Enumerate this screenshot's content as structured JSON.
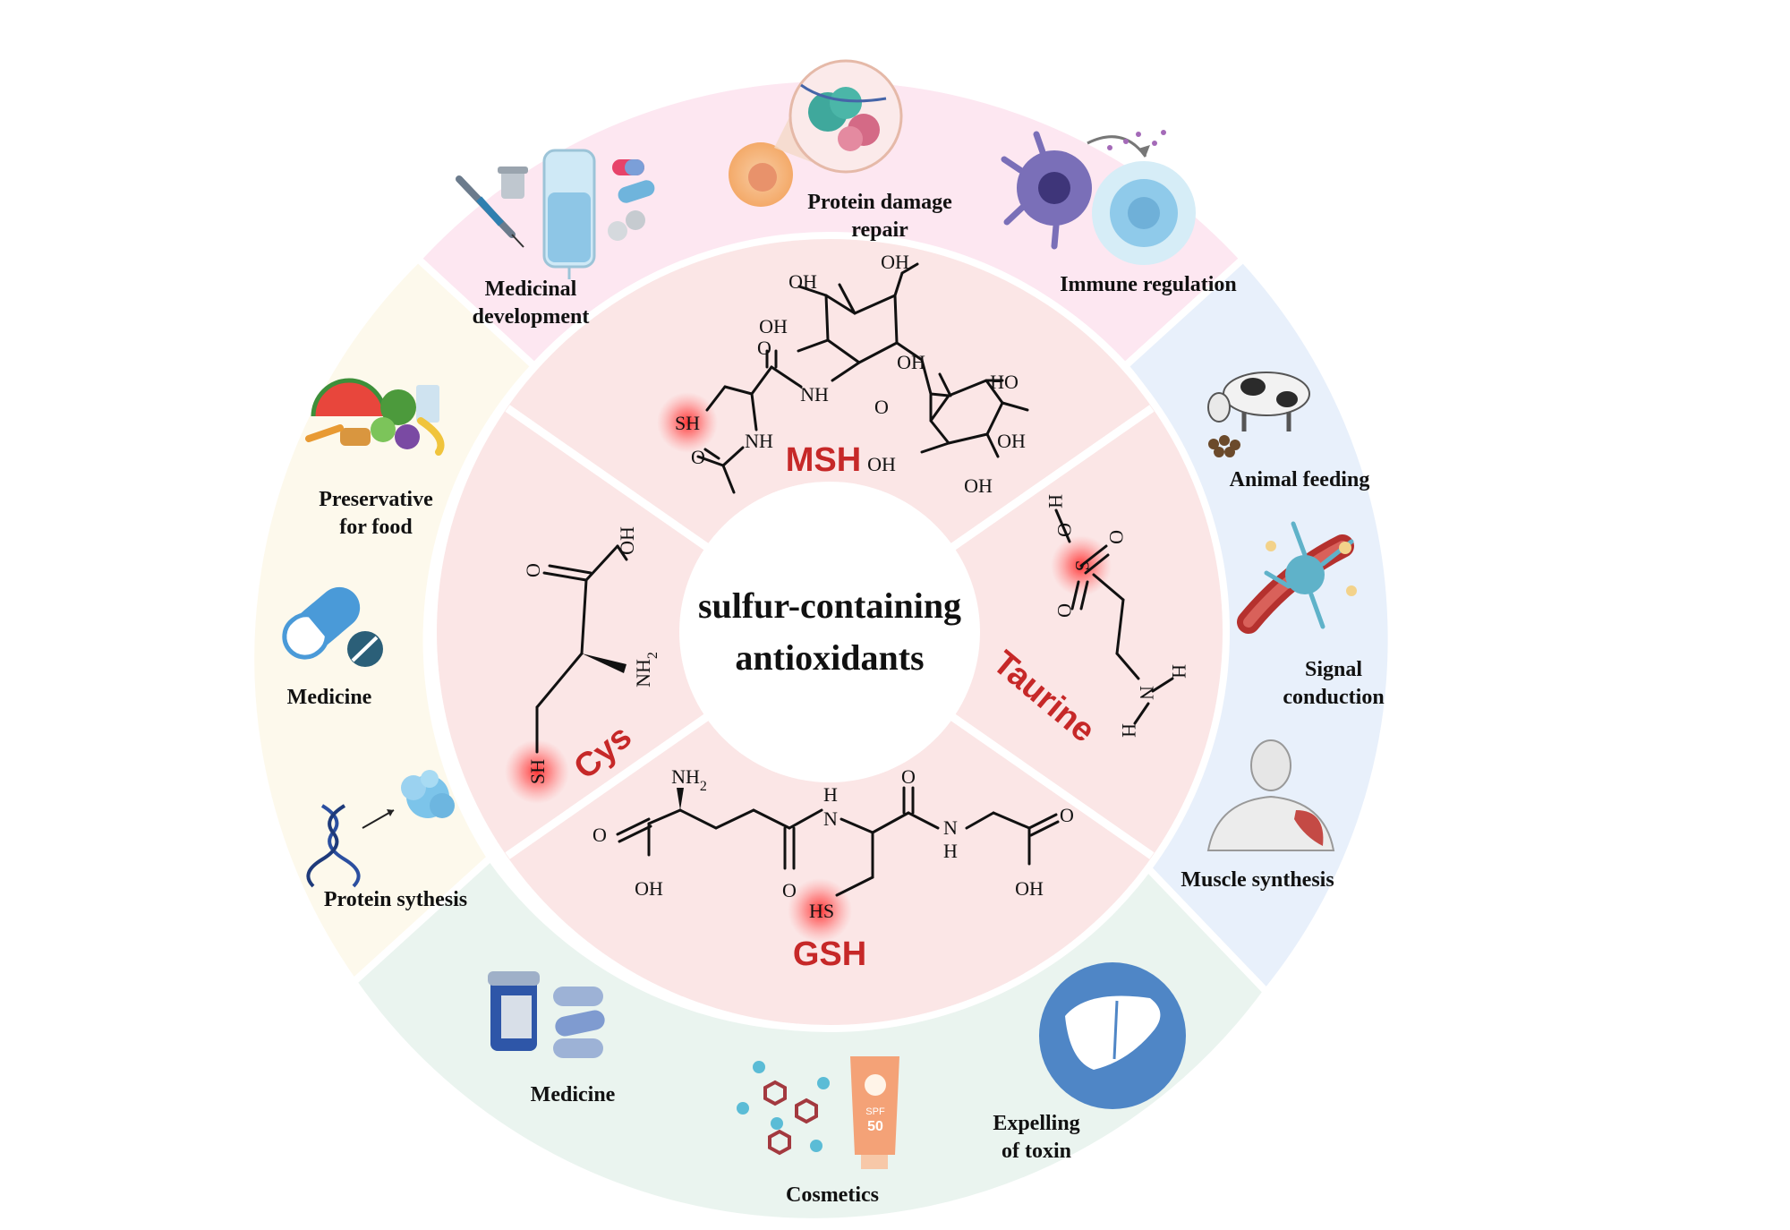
{
  "center": {
    "line1": "sulfur-containing",
    "line2": "antioxidants"
  },
  "molecules": {
    "msh": {
      "name": "MSH"
    },
    "taurine": {
      "name": "Taurine"
    },
    "gsh": {
      "name": "GSH"
    },
    "cys": {
      "name": "Cys"
    }
  },
  "atoms": {
    "oh": "OH",
    "ho": "HO",
    "o": "O",
    "nh": "NH",
    "n": "N",
    "h": "H",
    "sh": "SH",
    "hs": "HS",
    "s": "S",
    "nh2": "NH",
    "sub2": "2"
  },
  "segments": {
    "top": {
      "color": "#fde7f1",
      "labels": {
        "medicinal_1": "Medicinal",
        "medicinal_2": "development",
        "protein_repair_1": "Protein damage",
        "protein_repair_2": "repair",
        "immune": "Immune regulation"
      }
    },
    "right": {
      "color": "#e8f0fb",
      "labels": {
        "animal_feeding": "Animal feeding",
        "signal_1": "Signal",
        "signal_2": "conduction",
        "muscle": "Muscle synthesis"
      }
    },
    "bottom": {
      "color": "#eaf4ef",
      "labels": {
        "medicine": "Medicine",
        "cosmetics": "Cosmetics",
        "toxin_1": "Expelling",
        "toxin_2": "of toxin"
      }
    },
    "left": {
      "color": "#fdf9ec",
      "labels": {
        "preservative_1": "Preservative",
        "preservative_2": "for food",
        "medicine": "Medicine",
        "protein_synth": "Protein sythesis"
      }
    }
  },
  "icons": {
    "spf_label": "SPF",
    "spf_value": "50"
  },
  "colors": {
    "inner_ring": "#fbe6e6",
    "highlight": "#ff3b3b",
    "molecule_name": "#c62828",
    "liver_circle": "#4f86c6"
  }
}
